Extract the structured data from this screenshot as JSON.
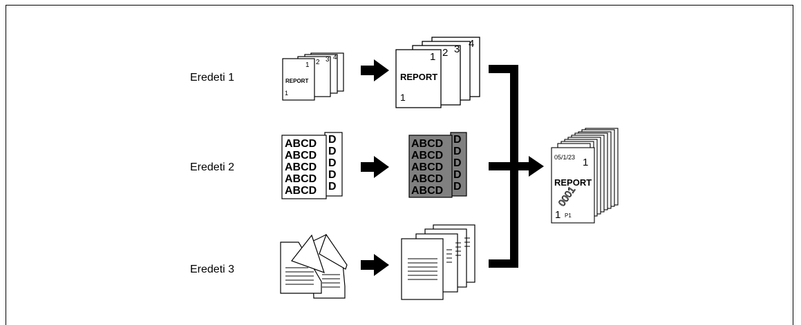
{
  "rows": [
    {
      "label": "Eredeti 1"
    },
    {
      "label": "Eredeti 2"
    },
    {
      "label": "Eredeti 3"
    }
  ],
  "report_text": "REPORT",
  "abcd_text": "ABCD",
  "abcd_edge_text": "D",
  "page_numbers": [
    "1",
    "2",
    "3",
    "4"
  ],
  "output_stamp": {
    "date": "05/1/23",
    "copy_number": "0001",
    "page_label": "P1"
  },
  "colors": {
    "line": "#000000",
    "paper": "#ffffff",
    "gray_page": "#808080"
  }
}
